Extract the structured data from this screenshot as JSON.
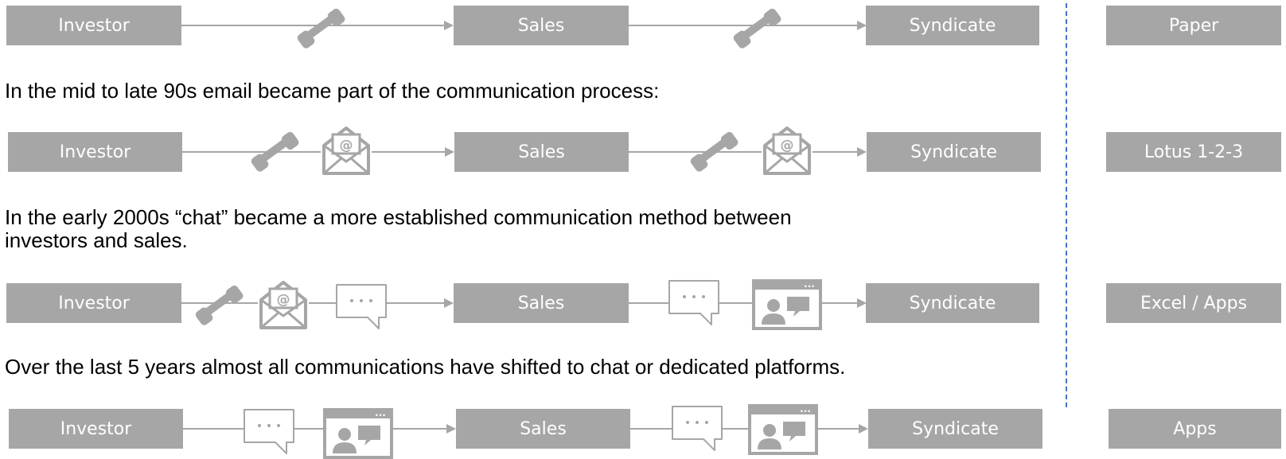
{
  "captions": {
    "email_era": "In the mid to late 90s email became part of the communication process:",
    "chat_era_line1": "In the early 2000s “chat” became a more established communication method between",
    "chat_era_line2": "investors and sales.",
    "platform_era": "Over the last 5 years almost all communications have shifted to chat or dedicated platforms."
  },
  "rows": [
    {
      "investor": "Investor",
      "sales": "Sales",
      "syndicate": "Syndicate",
      "tool": "Paper",
      "investor_to_sales_icons": [
        "phone-icon"
      ],
      "sales_to_syndicate_icons": [
        "phone-icon"
      ]
    },
    {
      "investor": "Investor",
      "sales": "Sales",
      "syndicate": "Syndicate",
      "tool": "Lotus 1-2-3",
      "investor_to_sales_icons": [
        "phone-icon",
        "email-icon"
      ],
      "sales_to_syndicate_icons": [
        "phone-icon",
        "email-icon"
      ]
    },
    {
      "investor": "Investor",
      "sales": "Sales",
      "syndicate": "Syndicate",
      "tool": "Excel / Apps",
      "investor_to_sales_icons": [
        "phone-icon",
        "email-icon",
        "chat-icon"
      ],
      "sales_to_syndicate_icons": [
        "chat-icon",
        "platform-icon"
      ]
    },
    {
      "investor": "Investor",
      "sales": "Sales",
      "syndicate": "Syndicate",
      "tool": "Apps",
      "investor_to_sales_icons": [
        "chat-icon",
        "platform-icon"
      ],
      "sales_to_syndicate_icons": [
        "chat-icon",
        "platform-icon"
      ]
    }
  ],
  "colors": {
    "box": "#a6a6a6",
    "box_text": "#ffffff",
    "divider": "#4472c4",
    "icon": "#a6a6a6"
  },
  "@@email_glyph": "@",
  "@@platform_dots": "..."
}
